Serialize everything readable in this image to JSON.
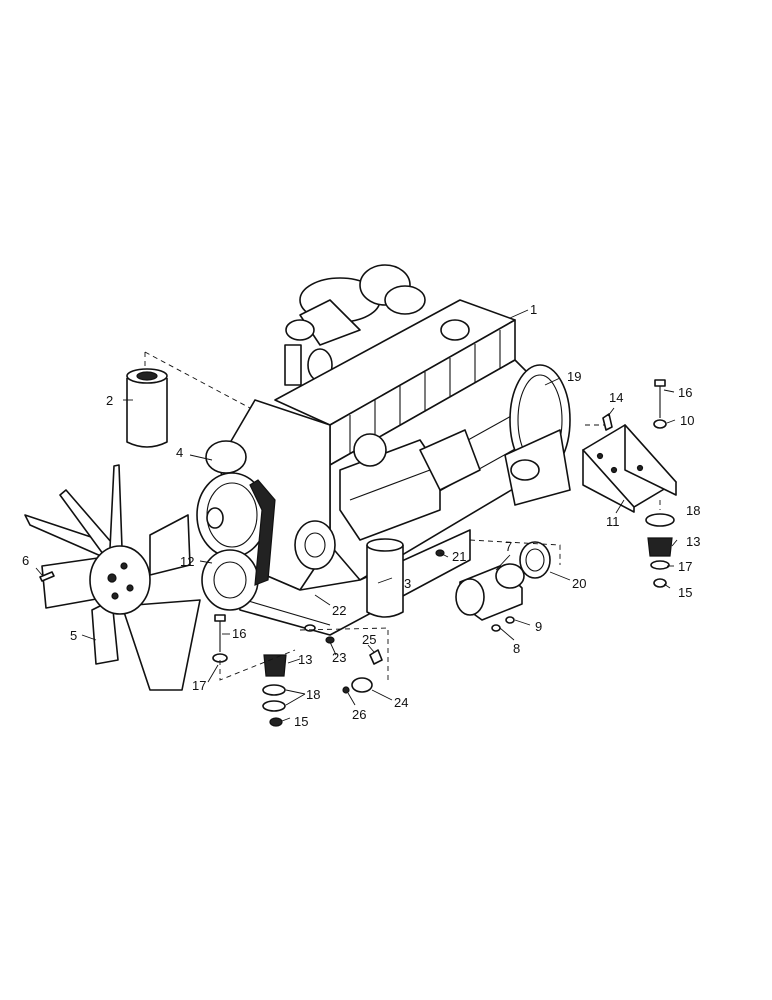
{
  "callouts": {
    "c1": "1",
    "c2": "2",
    "c3": "3",
    "c4": "4",
    "c5": "5",
    "c6": "6",
    "c7": "7",
    "c8": "8",
    "c9": "9",
    "c10": "10",
    "c11": "11",
    "c12": "12",
    "c13a": "13",
    "c13b": "13",
    "c14": "14",
    "c15a": "15",
    "c15b": "15",
    "c16a": "16",
    "c16b": "16",
    "c17a": "17",
    "c17b": "17",
    "c18a": "18",
    "c18b": "18",
    "c19": "19",
    "c20": "20",
    "c21": "21",
    "c22": "22",
    "c23": "23",
    "c24": "24",
    "c25": "25",
    "c26": "26"
  }
}
